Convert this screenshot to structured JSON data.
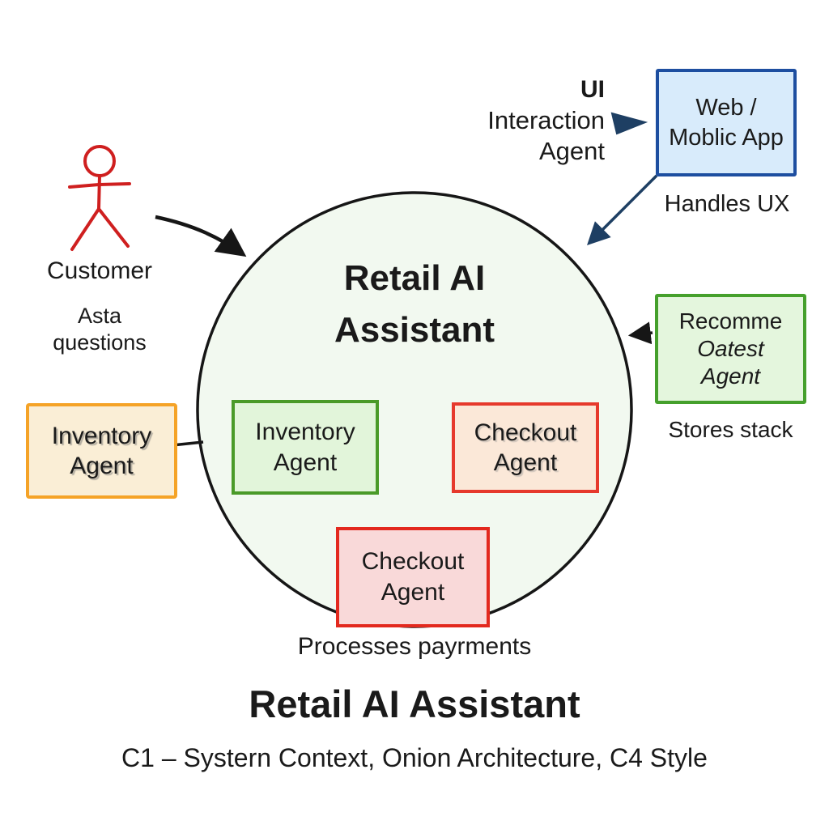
{
  "ui_agent": {
    "line1": "UI",
    "line2": "Interaction",
    "line3": "Agent"
  },
  "web_app_box": {
    "line1": "Web /",
    "line2": "Moblic App",
    "caption": "Handles UX"
  },
  "customer": {
    "label": "Customer",
    "note_line1": "Asta",
    "note_line2": "questions"
  },
  "system_circle": {
    "title_line1": "Retail AI",
    "title_line2": "Assistant"
  },
  "inner_inventory_box": {
    "line1": "Inventory",
    "line2": "Agent"
  },
  "inner_checkout_box": {
    "line1": "Checkout",
    "line2": "Agent"
  },
  "bottom_checkout_box": {
    "line1": "Checkout",
    "line2": "Agent",
    "caption": "Processes payrments"
  },
  "outer_inventory_box": {
    "line1": "Inventory",
    "line2": "Agent"
  },
  "recommendation_box": {
    "line1": "Recomme",
    "line2": "Oatest",
    "line3": "Agent",
    "caption": "Stores stack"
  },
  "footer": {
    "title": "Retail AI Assistant",
    "subtitle": "C1 – Systern Context, Onion Architecture, C4 Style"
  },
  "colors": {
    "circle_fill": "#f2f9f0",
    "stroke_black": "#161616",
    "customer_red": "#cf1f1f",
    "web_box_fill": "#d8ebfb",
    "web_box_border": "#1d4ea0",
    "navy_arrow": "#1e3f63",
    "outer_inventory_fill": "#faeed6",
    "outer_inventory_border": "#f5a327",
    "inner_inventory_fill": "#e2f5da",
    "inner_inventory_border": "#4a9a28",
    "inner_checkout_fill": "#fbe8d8",
    "checkout_border_red": "#e6392c",
    "bottom_checkout_fill": "#f9d9d9",
    "recommendation_fill": "#e4f6dd",
    "recommendation_border": "#45a02c"
  }
}
